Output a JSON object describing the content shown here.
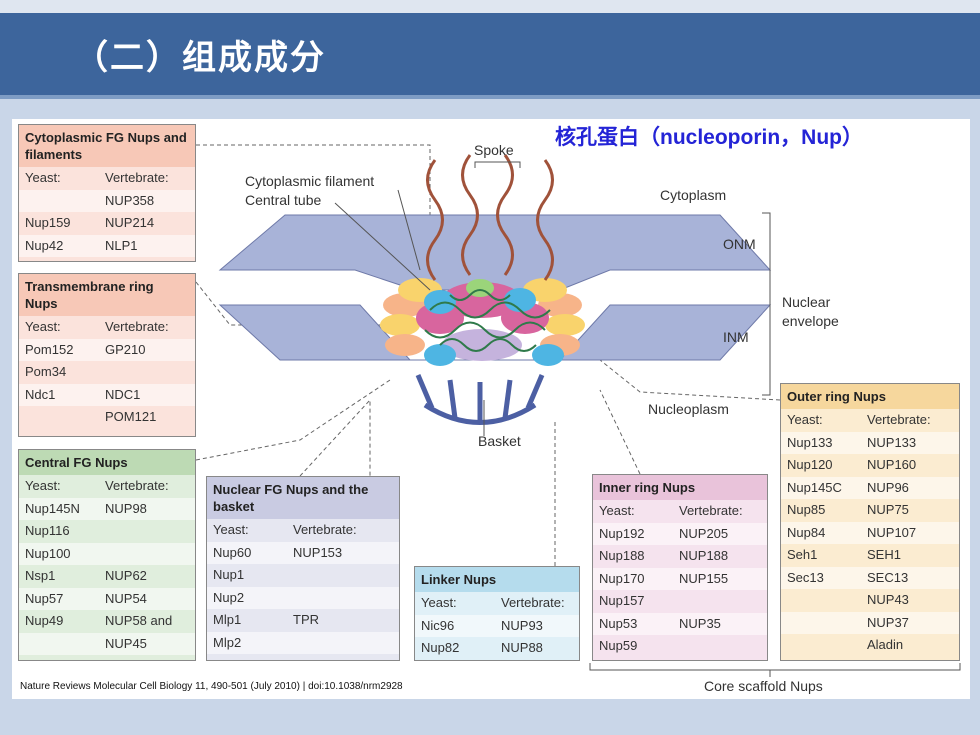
{
  "header": {
    "title": "（二）组成成分"
  },
  "subtitle": "核孔蛋白（nucleoporin，Nup）",
  "diagram_labels": {
    "spoke": "Spoke",
    "cyto_filament": "Cytoplasmic filament",
    "central_tube": "Central tube",
    "cytoplasm": "Cytoplasm",
    "onm": "ONM",
    "inm": "INM",
    "nuclear_envelope_1": "Nuclear",
    "nuclear_envelope_2": "envelope",
    "nucleoplasm": "Nucleoplasm",
    "basket": "Basket",
    "core_scaffold": "Core scaffold Nups"
  },
  "boxes": {
    "cyto": {
      "title": "Cytoplasmic FG Nups and filaments",
      "rows": [
        [
          "Yeast:",
          "Vertebrate:"
        ],
        [
          "",
          "NUP358"
        ],
        [
          "Nup159",
          "NUP214"
        ],
        [
          "Nup42",
          "NLP1"
        ]
      ]
    },
    "tm": {
      "title": "Transmembrane ring Nups",
      "rows": [
        [
          "Yeast:",
          "Vertebrate:"
        ],
        [
          "Pom152",
          "GP210"
        ],
        [
          "Pom34",
          ""
        ],
        [
          "Ndc1",
          "NDC1"
        ],
        [
          "",
          "POM121"
        ]
      ]
    },
    "cfg": {
      "title": "Central FG Nups",
      "rows": [
        [
          "Yeast:",
          "Vertebrate:"
        ],
        [
          "Nup145N",
          "NUP98"
        ],
        [
          "Nup116",
          ""
        ],
        [
          "Nup100",
          ""
        ],
        [
          "Nsp1",
          "NUP62"
        ],
        [
          "Nup57",
          "NUP54"
        ],
        [
          "Nup49",
          "NUP58 and"
        ],
        [
          "",
          "NUP45"
        ]
      ]
    },
    "nfg": {
      "title": "Nuclear FG Nups and the basket",
      "rows": [
        [
          "Yeast:",
          "Vertebrate:"
        ],
        [
          "Nup60",
          "NUP153"
        ],
        [
          "Nup1",
          ""
        ],
        [
          "Nup2",
          ""
        ],
        [
          "Mlp1",
          "TPR"
        ],
        [
          "Mlp2",
          ""
        ]
      ]
    },
    "link": {
      "title": "Linker Nups",
      "rows": [
        [
          "Yeast:",
          "Vertebrate:"
        ],
        [
          "Nic96",
          "NUP93"
        ],
        [
          "Nup82",
          "NUP88"
        ]
      ]
    },
    "inner": {
      "title": "Inner ring Nups",
      "rows": [
        [
          "Yeast:",
          "Vertebrate:"
        ],
        [
          "Nup192",
          "NUP205"
        ],
        [
          "Nup188",
          "NUP188"
        ],
        [
          "Nup170",
          "NUP155"
        ],
        [
          "Nup157",
          ""
        ],
        [
          "Nup53",
          "NUP35"
        ],
        [
          "Nup59",
          ""
        ]
      ]
    },
    "outer": {
      "title": "Outer ring Nups",
      "rows": [
        [
          "Yeast:",
          "Vertebrate:"
        ],
        [
          "Nup133",
          "NUP133"
        ],
        [
          "Nup120",
          "NUP160"
        ],
        [
          "Nup145C",
          "NUP96"
        ],
        [
          "Nup85",
          "NUP75"
        ],
        [
          "Nup84",
          "NUP107"
        ],
        [
          "Seh1",
          "SEH1"
        ],
        [
          "Sec13",
          "SEC13"
        ],
        [
          "",
          "NUP43"
        ],
        [
          "",
          "NUP37"
        ],
        [
          "",
          "Aladin"
        ]
      ]
    }
  },
  "citation": "Nature Reviews Molecular Cell Biology 11, 490-501 (July 2010) | doi:10.1038/nrm2928"
}
